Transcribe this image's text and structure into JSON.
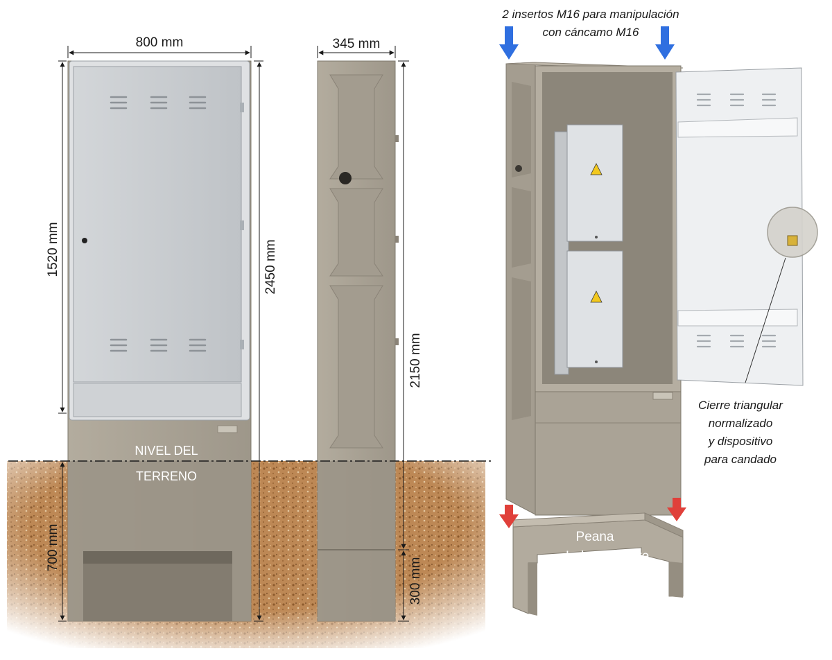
{
  "dimensions": {
    "width_front": "800 mm",
    "width_side": "345 mm",
    "door_height": "1520 mm",
    "total_height": "2450 mm",
    "above_ground_height": "2150 mm",
    "buried_depth": "700 mm",
    "base_height": "300 mm"
  },
  "ground_label": {
    "line1": "NIVEL DEL",
    "line2": "TERRENO"
  },
  "callouts": {
    "inserts": {
      "line1": "2 insertos M16 para manipulación",
      "line2": "con cáncamo M16"
    },
    "lock": {
      "line1": "Cierre triangular",
      "line2": "normalizado",
      "line3": "y dispositivo",
      "line4": "para candado"
    },
    "base": {
      "line1": "Peana",
      "line2": "Independiente"
    }
  },
  "colors": {
    "concrete": "#a9a294",
    "concrete_dark": "#8f887b",
    "door": "#c9cdd1",
    "soil": "#b88452",
    "arrow_blue": "#2f6fe0",
    "arrow_red": "#e0403a"
  }
}
